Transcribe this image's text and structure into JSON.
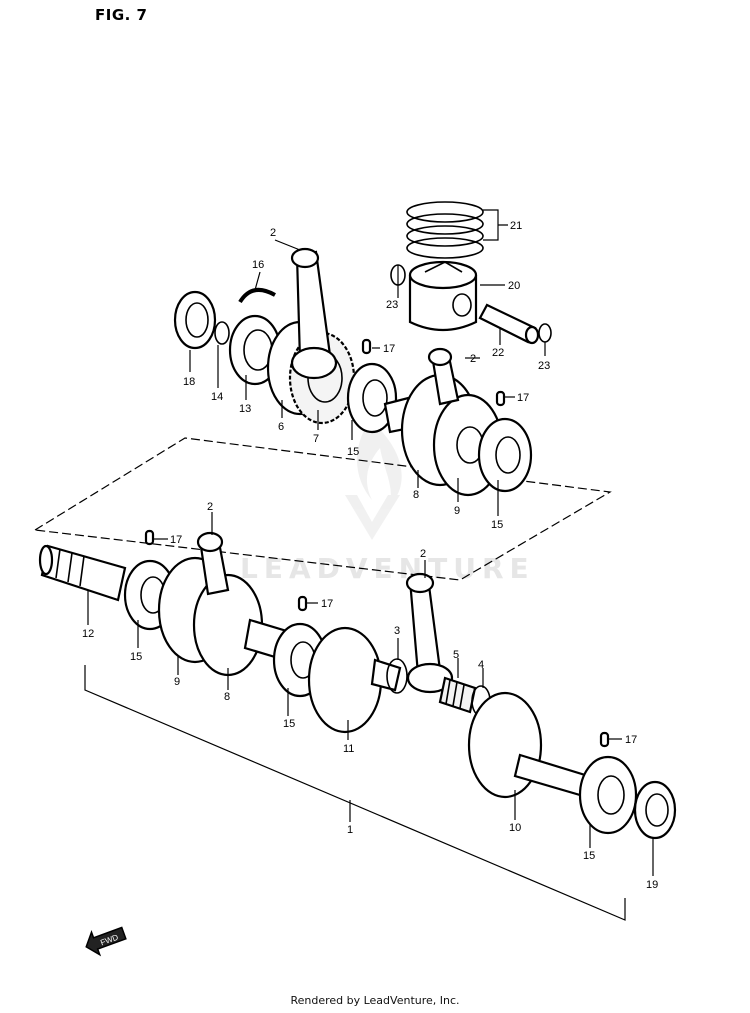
{
  "figure": {
    "title": "FIG. 7"
  },
  "watermark": {
    "text": "LEADVENTURE",
    "logo": "leadventure-flame-logo"
  },
  "footer": {
    "text": "Rendered by LeadVenture, Inc."
  },
  "fwd_arrow": {
    "label": "FWD"
  },
  "callouts": {
    "c21": "21",
    "c20": "20",
    "c22": "22",
    "c23a": "23",
    "c23b": "23",
    "c16": "16",
    "c2a": "2",
    "c17a": "17",
    "c18": "18",
    "c14": "14",
    "c13": "13",
    "c6": "6",
    "c7": "7",
    "c15a": "15",
    "c2b": "2",
    "c17b": "17",
    "c8a": "8",
    "c9a": "9",
    "c15b": "15",
    "c2c": "2",
    "c17c": "17",
    "c12": "12",
    "c15c": "15",
    "c9b": "9",
    "c8b": "8",
    "c17d": "17",
    "c2d": "2",
    "c3": "3",
    "c5": "5",
    "c4": "4",
    "c15d": "15",
    "c11": "11",
    "c1": "1",
    "c10": "10",
    "c17e": "17",
    "c15e": "15",
    "c19": "19"
  }
}
